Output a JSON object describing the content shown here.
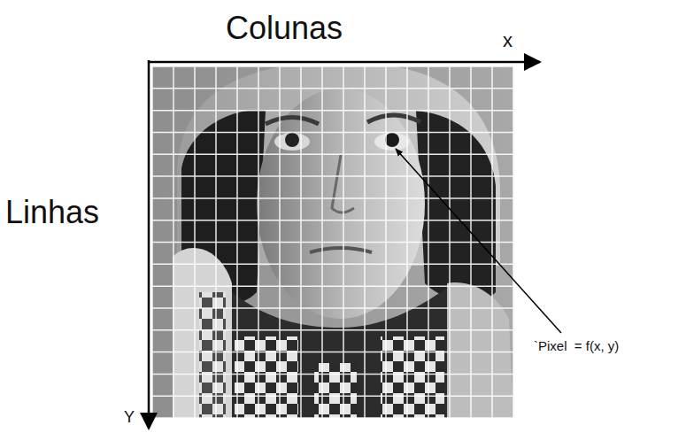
{
  "diagram": {
    "labels": [
      "Colunas",
      "x",
      "Linhas",
      "Y",
      "`Pixel  = f(x, y)"
    ]
  }
}
